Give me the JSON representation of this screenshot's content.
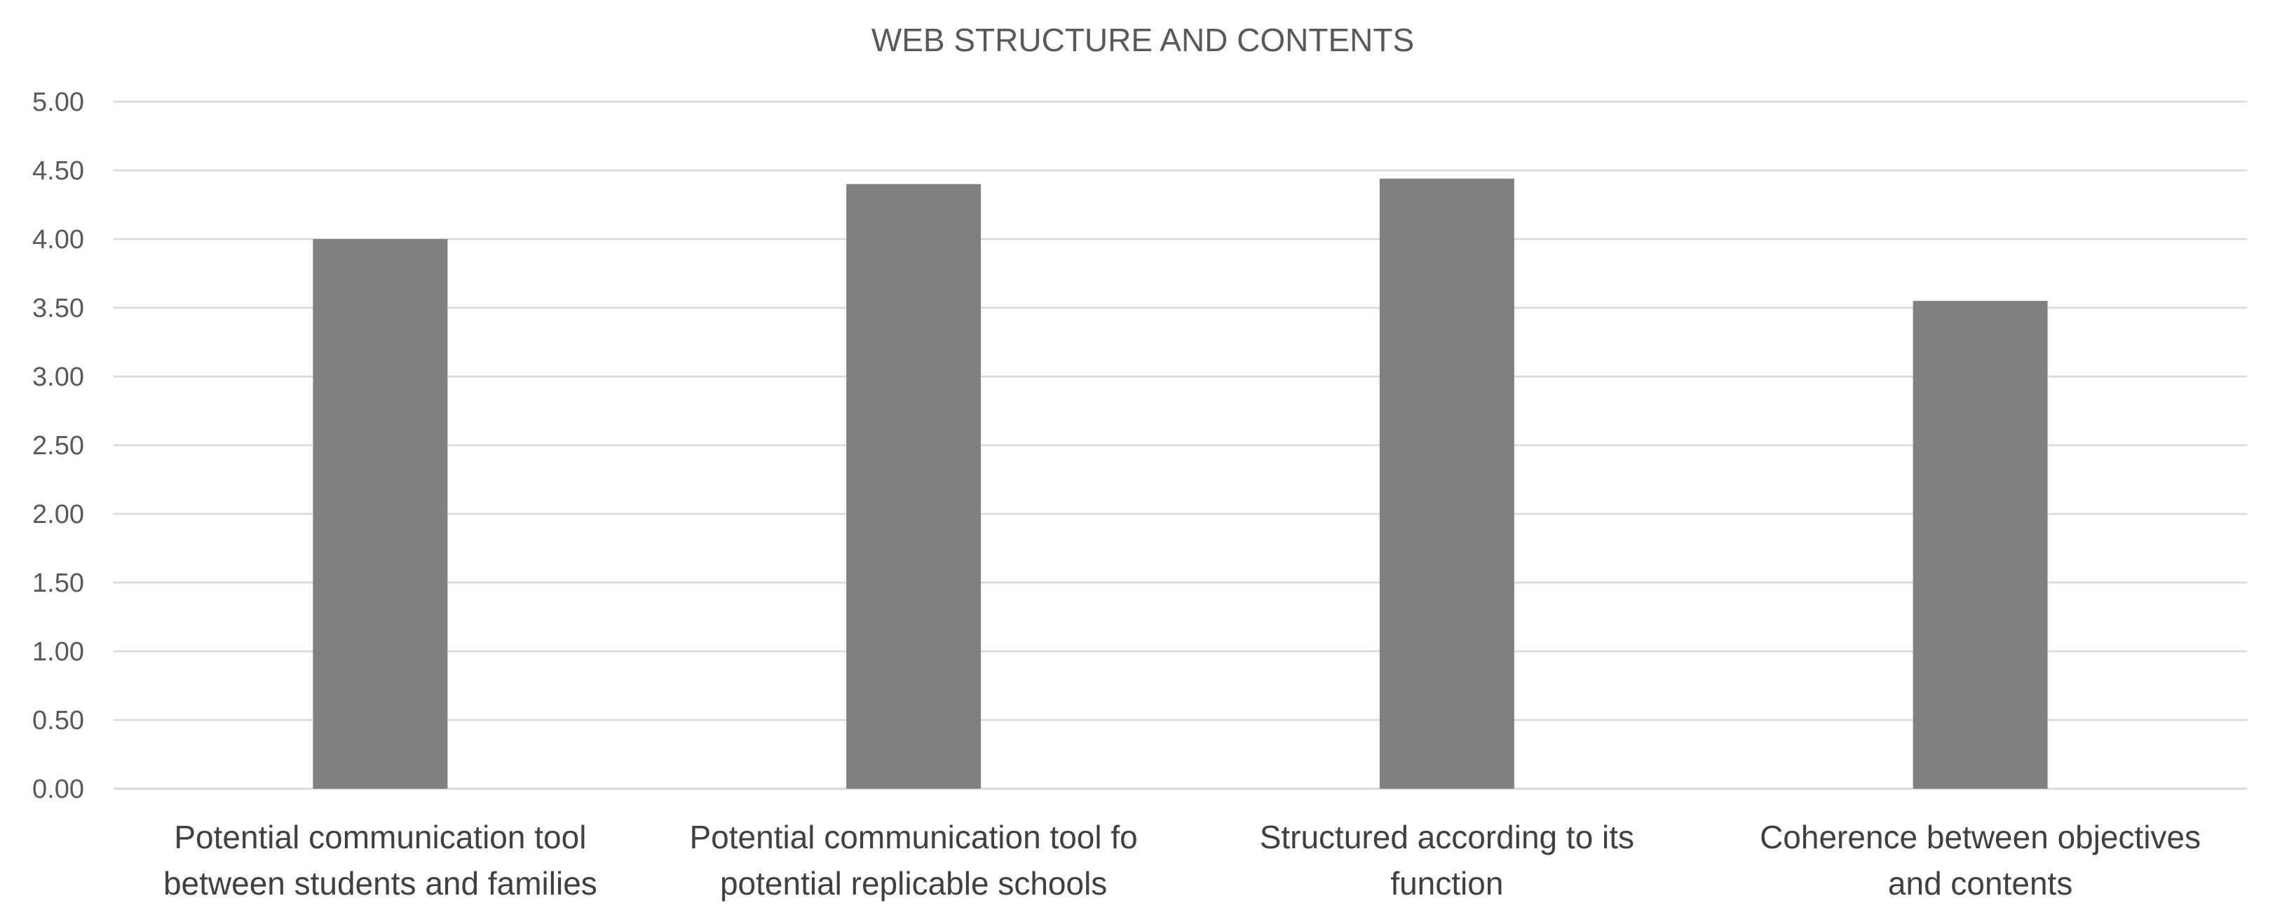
{
  "chart_data": {
    "type": "bar",
    "title": "WEB STRUCTURE AND CONTENTS",
    "xlabel": "",
    "ylabel": "",
    "categories": [
      [
        "Potential communication tool",
        "between students and families"
      ],
      [
        "Potential communication tool fo",
        "potential replicable schools"
      ],
      [
        "Structured according to its",
        "function"
      ],
      [
        "Coherence between objectives",
        "and contents"
      ]
    ],
    "values": [
      4.0,
      4.4,
      4.44,
      3.55
    ],
    "ylim": [
      0,
      5
    ],
    "yticks": [
      "0.00",
      "0.50",
      "1.00",
      "1.50",
      "2.00",
      "2.50",
      "3.00",
      "3.50",
      "4.00",
      "4.50",
      "5.00"
    ],
    "grid": true,
    "legend": "none",
    "colors": {
      "bar": "#808080",
      "grid": "#d9d9d9",
      "text": "#595959",
      "category_text": "#404040"
    }
  }
}
